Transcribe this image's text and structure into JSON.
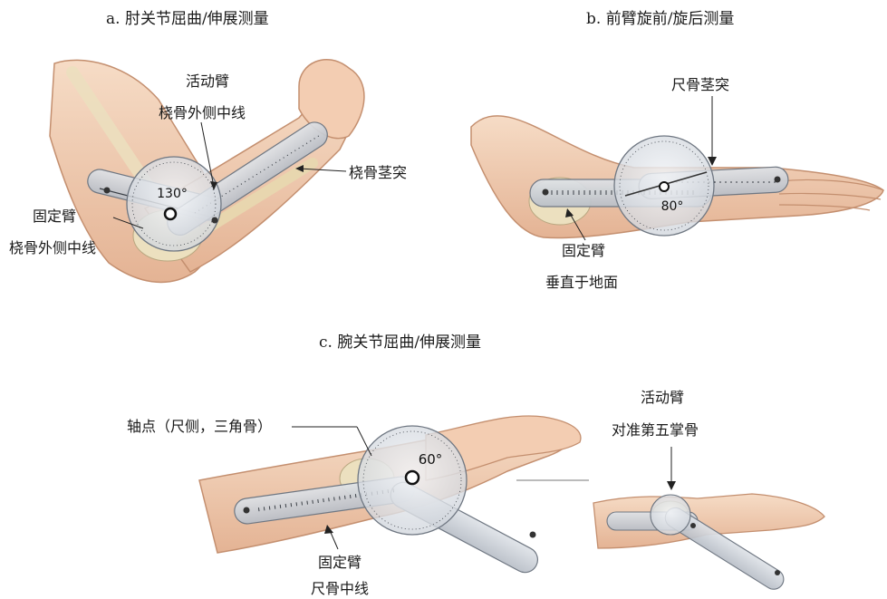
{
  "panel_a": {
    "title": "a. 肘关节屈曲/伸展测量",
    "angle": "130°",
    "moving_arm": "活动臂",
    "moving_arm_ref": "桡骨外侧中线",
    "landmark": "桡骨茎突",
    "fixed_arm": "固定臂",
    "fixed_arm_ref": "桡骨外侧中线"
  },
  "panel_b": {
    "title": "b. 前臂旋前/旋后测量",
    "landmark": "尺骨茎突",
    "angle": "80°",
    "fixed_arm": "固定臂",
    "fixed_arm_ref": "垂直于地面"
  },
  "panel_c": {
    "title": "c. 腕关节屈曲/伸展测量",
    "axis": "轴点（尺侧，三角骨）",
    "angle": "60°",
    "fixed_arm": "固定臂",
    "fixed_arm_ref": "尺骨中线",
    "moving_arm": "活动臂",
    "moving_arm_ref": "对准第五掌骨"
  },
  "colors": {
    "skin": "#f1d2b8",
    "skin_shadow": "#d9a98a",
    "bone": "#ece0bf",
    "ruler": "#c9ced6",
    "ruler_edge": "#6f7782",
    "dial": "#e6e9ee",
    "text": "#1a1a1a"
  }
}
